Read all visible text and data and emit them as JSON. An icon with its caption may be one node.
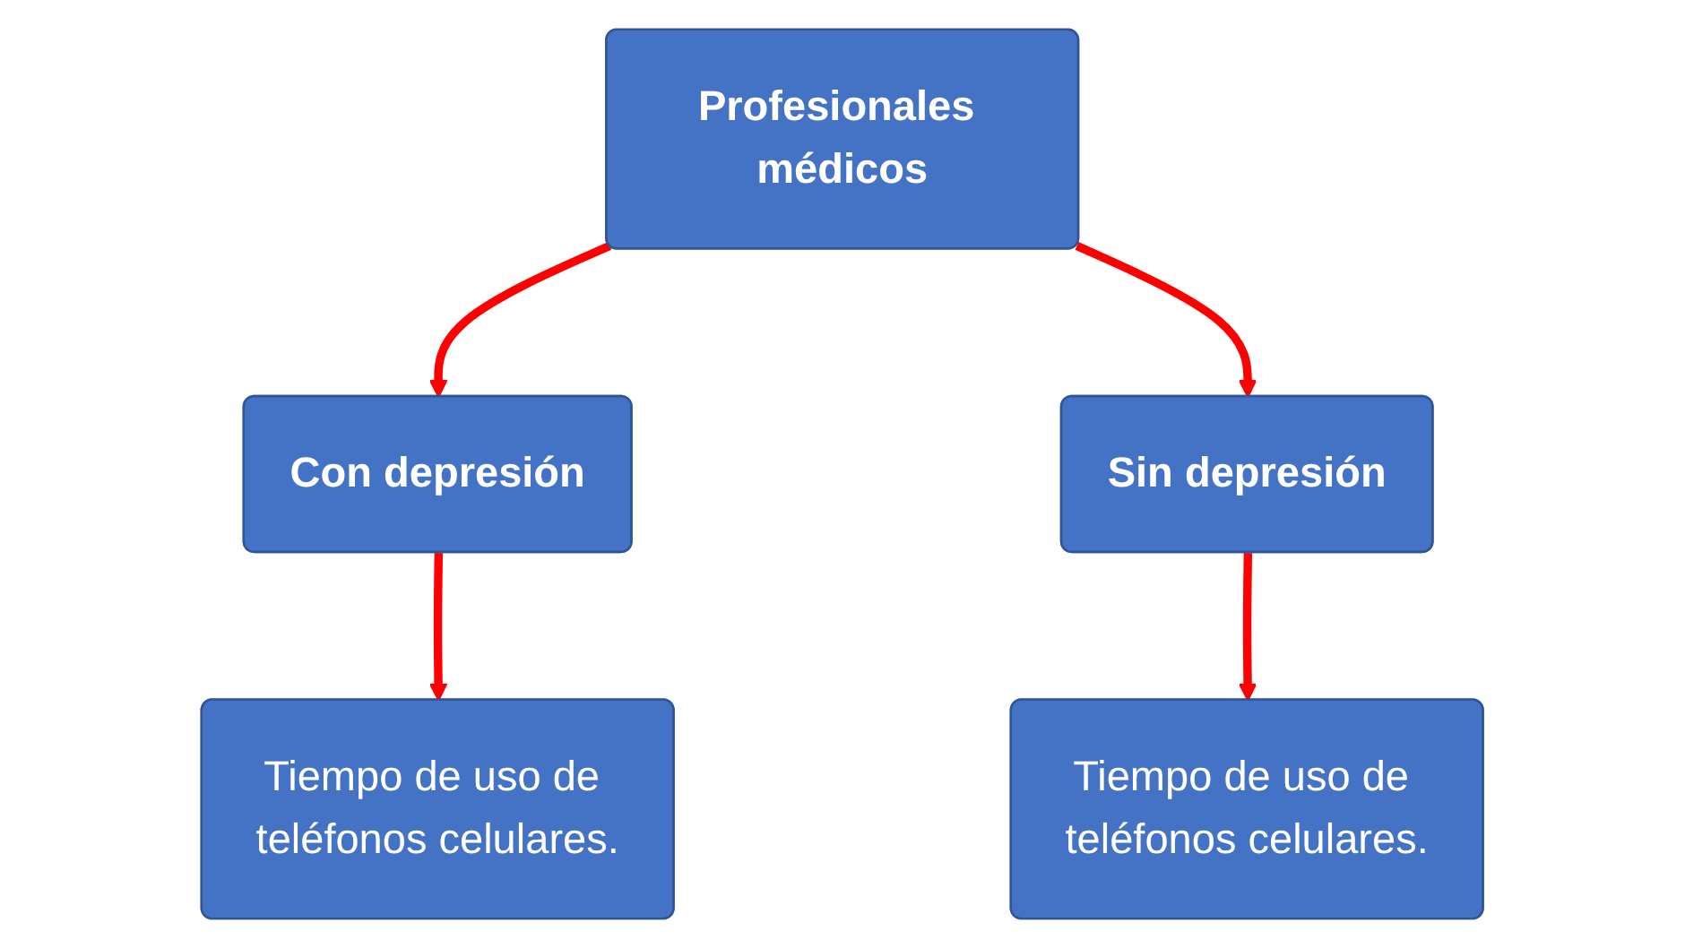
{
  "diagram": {
    "nodes": [
      {
        "text": [
          "Profesionales médicos"
        ]
      },
      {
        "text": [
          "Con depresión"
        ]
      },
      {
        "text": [
          "Sin depresión"
        ]
      },
      {
        "text": [
          "Tiempo de uso de teléfonos celulares."
        ]
      },
      {
        "text": [
          "Tiempo de uso de teléfonos celulares."
        ]
      }
    ],
    "edges": [
      {
        "from": 0,
        "to": 1,
        "arrow": "to"
      },
      {
        "from": 0,
        "to": 2,
        "arrow": "to"
      },
      {
        "from": 1,
        "to": 3,
        "arrow": "to"
      },
      {
        "from": 2,
        "to": 4,
        "arrow": "to"
      }
    ]
  }
}
